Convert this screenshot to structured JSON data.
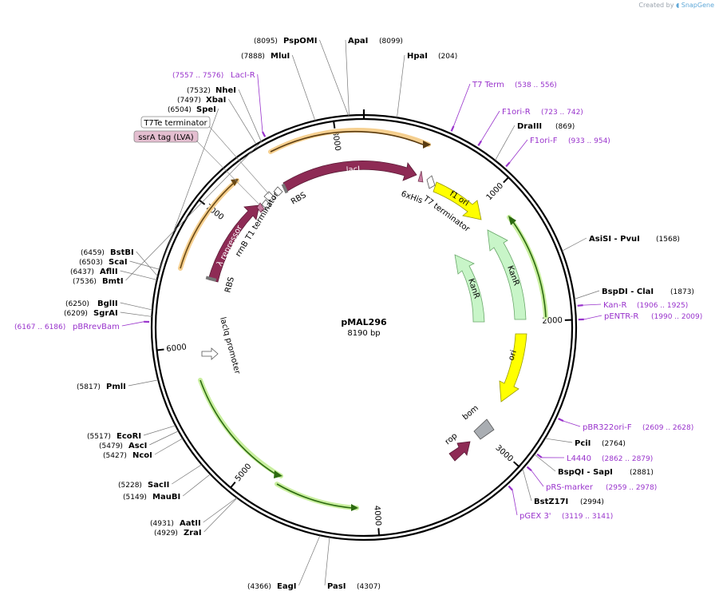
{
  "brand": {
    "created_by": "Created by",
    "name": "SnapGene"
  },
  "plasmid": {
    "name": "pMAL296",
    "length_text": "8190 bp",
    "length": 8190
  },
  "colors": {
    "primer": "#9933cc",
    "maroon": "#8e2b55",
    "yellow": "#ffff00",
    "kan": "#c8f5c8",
    "orange": "#f0c080",
    "green": "#55aa22",
    "grey": "#a9adb2"
  },
  "ticks": [
    {
      "pos": 1000,
      "label": "1000"
    },
    {
      "pos": 2000,
      "label": "2000"
    },
    {
      "pos": 3000,
      "label": "3000"
    },
    {
      "pos": 4000,
      "label": "4000"
    },
    {
      "pos": 5000,
      "label": "5000"
    },
    {
      "pos": 6000,
      "label": "6000"
    },
    {
      "pos": 7000,
      "label": "7000"
    },
    {
      "pos": 8000,
      "label": "8000"
    }
  ],
  "sites": [
    {
      "name": "ApaI",
      "pos_text": "(8099)",
      "pos": 8099,
      "side": "right"
    },
    {
      "name": "HpaI",
      "pos_text": "(204)",
      "pos": 204,
      "side": "right"
    },
    {
      "name": "DraIII",
      "pos_text": "(869)",
      "pos": 869,
      "side": "right"
    },
    {
      "name": "AsiSI - PvuI",
      "pos_text": "(1568)",
      "pos": 1568,
      "side": "right"
    },
    {
      "name": "BspDI - ClaI",
      "pos_text": "(1873)",
      "pos": 1873,
      "side": "right"
    },
    {
      "name": "PciI",
      "pos_text": "(2764)",
      "pos": 2764,
      "side": "right"
    },
    {
      "name": "BspQI - SapI",
      "pos_text": "(2881)",
      "pos": 2881,
      "side": "right"
    },
    {
      "name": "BstZ17I",
      "pos_text": "(2994)",
      "pos": 2994,
      "side": "right"
    },
    {
      "name": "PasI",
      "pos_text": "(4307)",
      "pos": 4307,
      "side": "right"
    },
    {
      "name": "EagI",
      "pos_text": "(4366)",
      "pos": 4366,
      "side": "left"
    },
    {
      "name": "ZraI",
      "pos_text": "(4929)",
      "pos": 4929,
      "side": "left"
    },
    {
      "name": "AatII",
      "pos_text": "(4931)",
      "pos": 4931,
      "side": "left"
    },
    {
      "name": "MauBI",
      "pos_text": "(5149)",
      "pos": 5149,
      "side": "left"
    },
    {
      "name": "SacII",
      "pos_text": "(5228)",
      "pos": 5228,
      "side": "left"
    },
    {
      "name": "NcoI",
      "pos_text": "(5427)",
      "pos": 5427,
      "side": "left"
    },
    {
      "name": "AscI",
      "pos_text": "(5479)",
      "pos": 5479,
      "side": "left"
    },
    {
      "name": "EcoRI",
      "pos_text": "(5517)",
      "pos": 5517,
      "side": "left"
    },
    {
      "name": "PmlI",
      "pos_text": "(5817)",
      "pos": 5817,
      "side": "left"
    },
    {
      "name": "SgrAI",
      "pos_text": "(6209)",
      "pos": 6209,
      "side": "left"
    },
    {
      "name": "BglII",
      "pos_text": "(6250)",
      "pos": 6250,
      "side": "left"
    },
    {
      "name": "AflII",
      "pos_text": "(6437)",
      "pos": 6437,
      "side": "left"
    },
    {
      "name": "BstBI",
      "pos_text": "(6459)",
      "pos": 6459,
      "side": "left"
    },
    {
      "name": "ScaI",
      "pos_text": "(6503)",
      "pos": 6503,
      "side": "left"
    },
    {
      "name": "SpeI",
      "pos_text": "(6504)",
      "pos": 6504,
      "side": "left"
    },
    {
      "name": "XbaI",
      "pos_text": "(7497)",
      "pos": 7497,
      "side": "left"
    },
    {
      "name": "NheI",
      "pos_text": "(7532)",
      "pos": 7532,
      "side": "left"
    },
    {
      "name": "BmtI",
      "pos_text": "(7536)",
      "pos": 7536,
      "side": "left"
    },
    {
      "name": "MluI",
      "pos_text": "(7888)",
      "pos": 7888,
      "side": "left"
    },
    {
      "name": "PspOMI",
      "pos_text": "(8095)",
      "pos": 8095,
      "side": "left"
    }
  ],
  "primers": [
    {
      "name": "T7 Term",
      "pos_text": "(538 .. 556)",
      "start": 538,
      "end": 556,
      "side": "right"
    },
    {
      "name": "F1ori-R",
      "pos_text": "(723 .. 742)",
      "start": 723,
      "end": 742,
      "side": "right"
    },
    {
      "name": "F1ori-F",
      "pos_text": "(933 .. 954)",
      "start": 933,
      "end": 954,
      "side": "right"
    },
    {
      "name": "Kan-R",
      "pos_text": "(1906 .. 1925)",
      "start": 1906,
      "end": 1925,
      "side": "right"
    },
    {
      "name": "pENTR-R",
      "pos_text": "(1990 .. 2009)",
      "start": 1990,
      "end": 2009,
      "side": "right"
    },
    {
      "name": "pBR322ori-F",
      "pos_text": "(2609 .. 2628)",
      "start": 2609,
      "end": 2628,
      "side": "right"
    },
    {
      "name": "L4440",
      "pos_text": "(2862 .. 2879)",
      "start": 2862,
      "end": 2879,
      "side": "right"
    },
    {
      "name": "pRS-marker",
      "pos_text": "(2959 .. 2978)",
      "start": 2959,
      "end": 2978,
      "side": "right"
    },
    {
      "name": "pGEX 3'",
      "pos_text": "(3119 .. 3141)",
      "start": 3119,
      "end": 3141,
      "side": "right"
    },
    {
      "name": "pBRrevBam",
      "pos_text": "(6167 .. 6186)",
      "start": 6167,
      "end": 6186,
      "side": "left"
    },
    {
      "name": "LacI-R",
      "pos_text": "(7557 .. 7576)",
      "start": 7557,
      "end": 7576,
      "side": "left"
    }
  ],
  "boxed_features": [
    {
      "name": "T7Te terminator",
      "pos": 7460
    },
    {
      "name": "ssrA tag (LVA)",
      "pos": 7420
    }
  ],
  "features": [
    {
      "name": "lacI",
      "type": "maroon"
    },
    {
      "name": "λ repressor",
      "type": "maroon"
    },
    {
      "name": "rop",
      "type": "maroon"
    },
    {
      "name": "f1 ori",
      "type": "yellow"
    },
    {
      "name": "ori",
      "type": "yellow"
    },
    {
      "name": "KanR",
      "type": "kan"
    },
    {
      "name": "KanR",
      "type": "kan"
    },
    {
      "name": "bom",
      "type": "grey"
    }
  ],
  "feature_labels": {
    "rbs1": "RBS",
    "rbs2": "RBS",
    "his": "6xHis",
    "t7term": "T7 terminator",
    "rrnb": "rrnB T1 terminator",
    "laciq": "lacIq promoter"
  }
}
